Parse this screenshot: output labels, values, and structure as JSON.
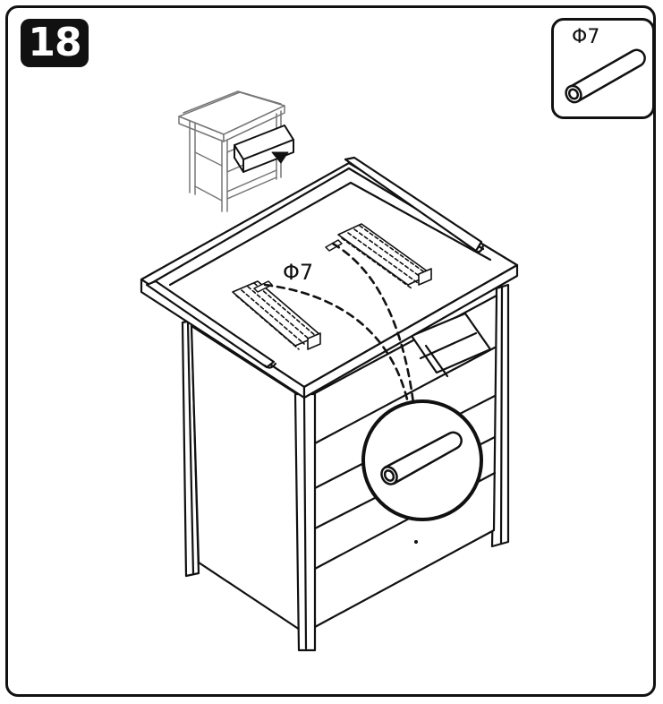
{
  "step": {
    "number": "18"
  },
  "part": {
    "label": "Φ7",
    "icon": "wooden-dowel"
  },
  "callout": {
    "label": "Φ7"
  },
  "colors": {
    "line": "#111111",
    "fill": "#ffffff",
    "guide": "#333333"
  }
}
